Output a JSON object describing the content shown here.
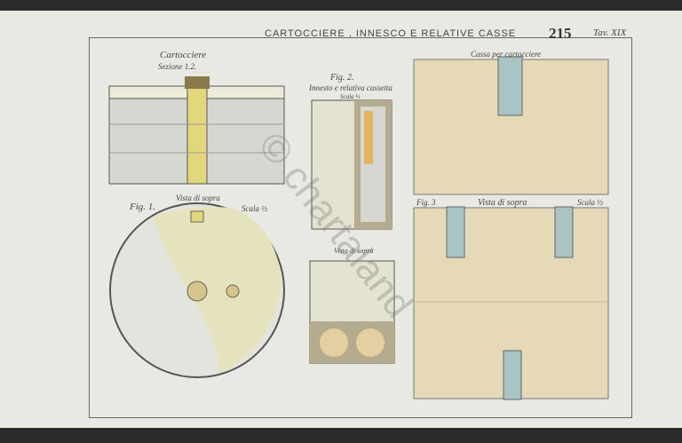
{
  "header": {
    "title": "CARTOCCIERE , INNESCO E RELATIVE CASSE",
    "page_number": "215",
    "plate": "Tav. XIX"
  },
  "fig1": {
    "title": "Cartocciere",
    "subtitle": "Sezione 1.2.",
    "top_view": "Vista di sopra",
    "label": "Fig. 1.",
    "scale": "Scala ½"
  },
  "fig2": {
    "label": "Fig. 2.",
    "title": "Innesto e relativa cassetta",
    "scale": "Scala ⅓",
    "bottom_view": "Vista di sopra"
  },
  "fig3": {
    "title": "Cassa per cartocciere",
    "label": "Fig. 3",
    "top_view": "Vista di sopra",
    "scale": "Scala ½"
  },
  "watermark": "© chartaland",
  "colors": {
    "paper": "#e9e9e3",
    "wood": "#e6d9b8",
    "metal": "#a9c4c4",
    "brass": "#e2d77a",
    "grey": "#c9c9c3"
  }
}
